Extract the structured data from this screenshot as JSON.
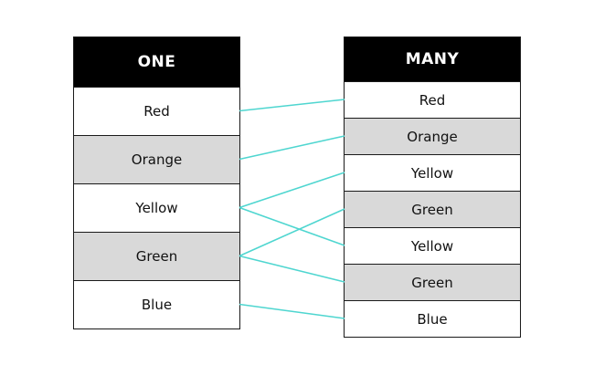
{
  "one": {
    "title": "ONE",
    "rows": [
      {
        "label": "Red",
        "shaded": false
      },
      {
        "label": "Orange",
        "shaded": true
      },
      {
        "label": "Yellow",
        "shaded": false
      },
      {
        "label": "Green",
        "shaded": true
      },
      {
        "label": "Blue",
        "shaded": false
      }
    ]
  },
  "many": {
    "title": "MANY",
    "rows": [
      {
        "label": "Red",
        "shaded": false
      },
      {
        "label": "Orange",
        "shaded": true
      },
      {
        "label": "Yellow",
        "shaded": false
      },
      {
        "label": "Green",
        "shaded": true
      },
      {
        "label": "Yellow",
        "shaded": false
      },
      {
        "label": "Green",
        "shaded": true
      },
      {
        "label": "Blue",
        "shaded": false
      }
    ]
  },
  "links": [
    [
      0,
      0
    ],
    [
      1,
      1
    ],
    [
      2,
      2
    ],
    [
      2,
      4
    ],
    [
      3,
      3
    ],
    [
      3,
      5
    ],
    [
      4,
      6
    ]
  ],
  "colors": {
    "header_bg": "#000000",
    "header_text": "#ffffff",
    "row_white": "#ffffff",
    "row_shaded": "#d9d9d9",
    "link": "#4fd6d0"
  }
}
